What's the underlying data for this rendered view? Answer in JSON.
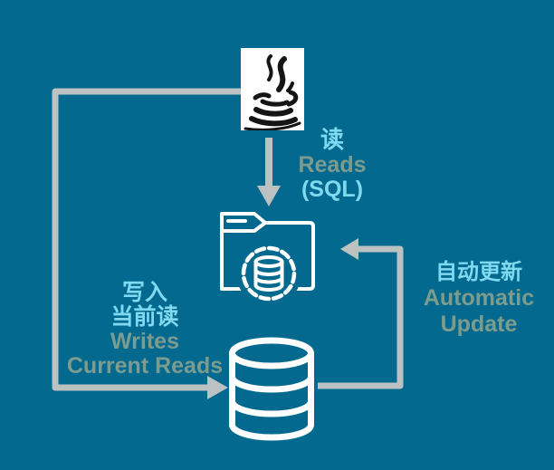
{
  "diagram": {
    "title_hint": "java-cache-database-flow",
    "colors": {
      "background": "#04698E",
      "connector_gray": "#BCC1C1",
      "icon_white": "#FFFFFF",
      "accent_cyan": "#7FD9F1",
      "accent_green": "#7B9C8F",
      "java_logo_ink": "#151515",
      "java_logo_panel": "#FFFFFF"
    },
    "nodes": {
      "java_app": {
        "icon": "java-logo-icon",
        "description_visible": ""
      },
      "cache_folder": {
        "icon": "folder-database-icon",
        "description_visible": ""
      },
      "database": {
        "icon": "database-cylinder-icon",
        "description_visible": ""
      }
    },
    "labels": {
      "reads": {
        "zh": "读",
        "en": "Reads",
        "detail": "(SQL)"
      },
      "writes": {
        "zh1": "写入",
        "zh2": "当前读",
        "en1": "Writes",
        "en2": "Current Reads"
      },
      "update": {
        "zh": "自动更新",
        "en1": "Automatic",
        "en2": "Update"
      }
    },
    "edges": [
      {
        "from": "java_app",
        "to": "cache_folder",
        "label": "读 Reads (SQL)",
        "style": "straight-down-arrow"
      },
      {
        "from": "java_app",
        "to": "database",
        "label": "写入 当前读 Writes Current Reads",
        "style": "left-elbow-arrow"
      },
      {
        "from": "database",
        "to": "cache_folder",
        "label": "自动更新 Automatic Update",
        "style": "right-elbow-arrow"
      }
    ]
  }
}
